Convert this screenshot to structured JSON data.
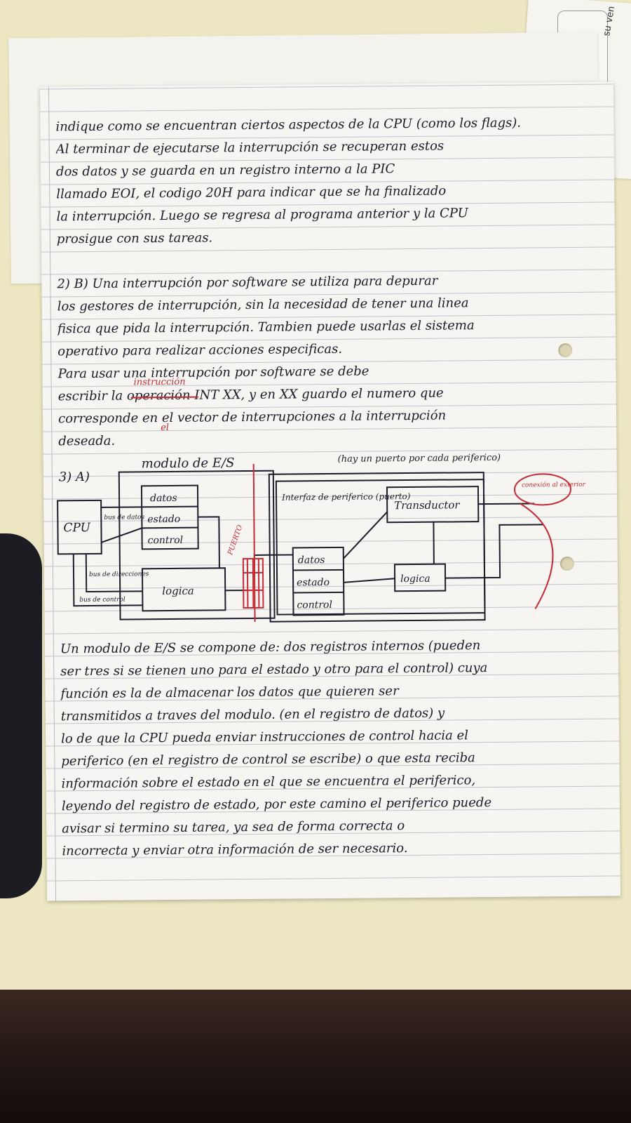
{
  "corner_note": "su ven",
  "lines_part1": [
    "indique como se encuentran ciertos aspectos de la CPU (como los flags).",
    "Al terminar de ejecutarse la interrupción se recuperan estos",
    "dos datos y se guarda en un registro interno a la PIC",
    "llamado EOI, el codigo 20H para indicar que se ha finalizado",
    "la interrupción. Luego se regresa al programa anterior y la CPU",
    "prosigue con sus tareas."
  ],
  "lines_part2": [
    "2) B) Una interrupción por software se utiliza para depurar",
    "los gestores de interrupción, sin la necesidad de tener una linea",
    "fisica que pida la interrupción. Tambien puede usarlas el sistema",
    "operativo para realizar acciones especificas.",
    "Para usar una interrupción por software se debe",
    "escribir la operación INT XX, y en XX guardo el numero que",
    "corresponde en el vector de interrupciones a la interrupción",
    "deseada."
  ],
  "red_correction_1": "instrucción",
  "red_correction_2": "el",
  "diagram": {
    "question_label": "3) A)",
    "module_title": "modulo de E/S",
    "port_note": "(hay un puerto por cada periferico)",
    "cpu": "CPU",
    "bus_datos": "bus de datos",
    "bus_direcciones": "bus de direcciones",
    "bus_control": "bus de control",
    "reg_datos": "datos",
    "reg_estado": "estado",
    "reg_control": "control",
    "logica": "logica",
    "interfaz": "Interfaz de periferico (puerto)",
    "transductor": "Transductor",
    "port_datos": "datos",
    "port_estado": "estado",
    "port_control": "control",
    "port_logica": "logica",
    "red_puerto": "PUERTO",
    "red_conexion": "conexión al exterior"
  },
  "lines_part3": [
    "Un modulo de E/S se compone de: dos registros internos (pueden",
    "ser tres si se tienen uno para el estado y otro para el control) cuya",
    "función es la de almacenar los datos que quieren ser",
    "transmitidos a traves del modulo. (en el registro de datos) y",
    "lo de que la CPU pueda enviar instrucciones de control hacia el",
    "periferico (en el registro de control se escribe) o que esta reciba",
    "información sobre el estado en el que se encuentra el periferico,",
    "leyendo del registro de estado, por este camino el periferico puede",
    "avisar si termino su tarea, ya sea de forma correcta o",
    "incorrecta y enviar otra información de ser necesario."
  ]
}
